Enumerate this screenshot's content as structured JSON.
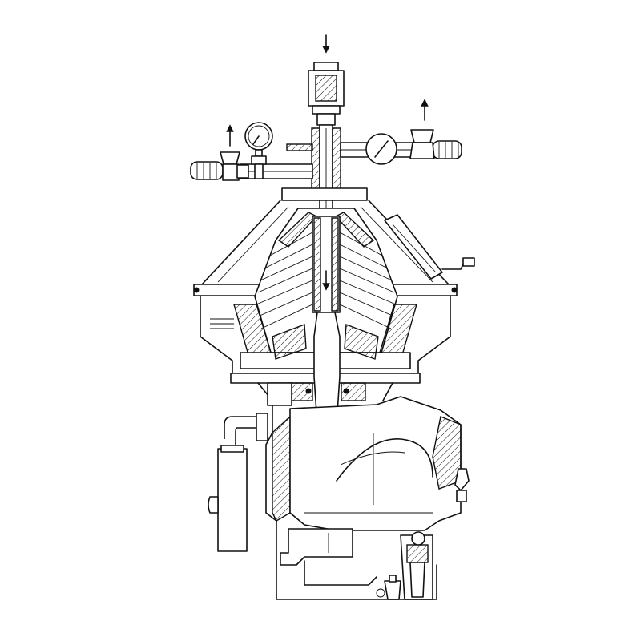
{
  "figure": {
    "caption": "",
    "stroke_color": "#111111",
    "background_color": "#ffffff"
  },
  "parts": {
    "flow_arrows": [
      "inlet-arrow-top",
      "outlet-arrow-left",
      "outlet-arrow-right",
      "internal-flow-arrow"
    ],
    "left_outlet_valve": "left-valve",
    "right_outlet_valve": "right-valve",
    "gauge": "pressure-gauge-icon",
    "sight_glass": "inlet-sight-glass"
  }
}
